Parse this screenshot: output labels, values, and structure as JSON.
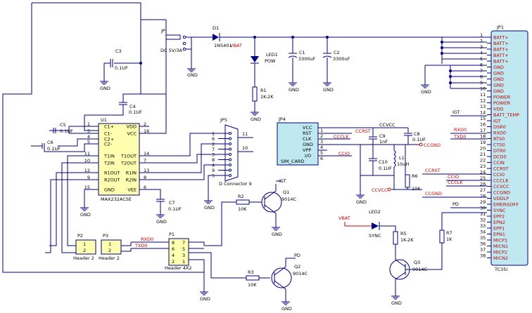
{
  "jp1": {
    "ref": "JP1",
    "part": "TC35i",
    "pins": [
      "BATT+",
      "BATT+",
      "BATT+",
      "BATT+",
      "BATT+",
      "GND",
      "GND",
      "GND",
      "GND",
      "GND",
      "POWER",
      "POWER",
      "VDD",
      "BATT_TEMP",
      "IGT",
      "DSR0",
      "RXD0",
      "RTS0",
      "CTS0",
      "DTR0",
      "DCD0",
      "CCIN",
      "CCRST",
      "CCIO",
      "CCCLK",
      "CCVCC",
      "CCGND",
      "VDDLP",
      "EMERGOFF",
      "SYNC",
      "EPP2",
      "EPN2",
      "EPP1",
      "EPN1",
      "MICP1",
      "MICN1",
      "MICP2",
      "MICN2"
    ],
    "pin_numbers": [
      "1",
      "2",
      "3",
      "4",
      "5",
      "6",
      "7",
      "8",
      "9",
      "10",
      "11",
      "12",
      "13",
      "14",
      "15",
      "16",
      "17",
      "18",
      "19",
      "20",
      "21",
      "22",
      "23",
      "24",
      "25",
      "26",
      "27",
      "28",
      "29",
      "30",
      "31",
      "32",
      "33",
      "34",
      "35",
      "36",
      "37",
      "38"
    ],
    "nets_left": {
      "igt": "IGT",
      "rxd0": "RXD0",
      "txd0": "TXD0",
      "ccrst": "CCRST",
      "ccio": "CCIO",
      "ccclk": "CCCLK",
      "ccvcc": "CCVCC",
      "ccgnd": "CCGND",
      "pd": "PD"
    }
  },
  "u1": {
    "ref": "U1",
    "part": "MAX232ACSE",
    "left_pins": [
      "C1+",
      "C1-",
      "C2+",
      "C2-",
      "T1IN",
      "T2IN",
      "R1OUT",
      "R2OUT",
      "GND"
    ],
    "left_nums": [
      "1",
      "3",
      "4",
      "5",
      "11",
      "10",
      "12",
      "9",
      "15"
    ],
    "right_pins": [
      "VDD",
      "VCC",
      "T1OUT",
      "T2OUT",
      "R1IN",
      "R2IN",
      "VEE"
    ],
    "right_nums": [
      "2",
      "16",
      "14",
      "7",
      "13",
      "8",
      "6"
    ]
  },
  "jp4": {
    "ref": "JP4",
    "part": "SIM_CARD",
    "pins": [
      "VCC",
      "RST",
      "CLK",
      "GND",
      "VPP",
      "I/O"
    ],
    "nums": [
      "1",
      "2",
      "3",
      "4",
      "5",
      "6"
    ],
    "nets": {
      "ccrst": "CCRST",
      "ccclk": "CCCLK",
      "ccio": "CCIO",
      "ccvcc": "CCVCC",
      "ccgnd": "CCGND"
    }
  },
  "jp5": {
    "ref": "JP5",
    "part": "D Connector 9",
    "nums": [
      "1",
      "6",
      "2",
      "7",
      "3",
      "8",
      "4",
      "9",
      "5"
    ],
    "mount": [
      "11",
      "10"
    ]
  },
  "jp": {
    "ref": "JP",
    "label": "DC 5V/3A"
  },
  "diode": {
    "ref": "D1",
    "part": "1N5401",
    "net": "VBAT"
  },
  "caps": {
    "c1": {
      "ref": "C1",
      "val": "3300uF"
    },
    "c2": {
      "ref": "C2",
      "val": "3300uF"
    },
    "c3": {
      "ref": "C3",
      "val": "0.1UF"
    },
    "c4": {
      "ref": "C4",
      "val": "0.1UF"
    },
    "c5": {
      "ref": "C5",
      "val": "0.1UF"
    },
    "c6": {
      "ref": "C6",
      "val": "0.1UF"
    },
    "c7": {
      "ref": "C7",
      "val": "0.1UF"
    },
    "c8": {
      "ref": "C8",
      "val": "0.1UF"
    },
    "c9": {
      "ref": "C9",
      "val": "1nF"
    },
    "c10": {
      "ref": "C10",
      "val": "0.1UF"
    }
  },
  "leds": {
    "led1": {
      "ref": "LED1",
      "val": "POW"
    },
    "led2": {
      "ref": "LED2",
      "val": "SYNC"
    }
  },
  "resistors": {
    "r1": {
      "ref": "R1",
      "val": "1K-2K"
    },
    "r2": {
      "ref": "R2",
      "val": "10K"
    },
    "r3": {
      "ref": "R3",
      "val": "10K"
    },
    "r5": {
      "ref": "R5",
      "val": "1K-2K"
    },
    "r6": {
      "ref": "R6",
      "val": "10K"
    },
    "r7": {
      "ref": "R7",
      "val": "1K"
    }
  },
  "inductor": {
    "ref": "L1",
    "val": "10uH"
  },
  "transistors": {
    "q1": {
      "ref": "Q1",
      "part": "9014C",
      "net": "IGT"
    },
    "q2": {
      "ref": "Q2",
      "part": "9014C",
      "net": "PD"
    },
    "q3": {
      "ref": "Q3",
      "part": "9014C"
    }
  },
  "headers": {
    "p1": {
      "ref": "P1",
      "part": "Header 4X2",
      "pins": [
        "1",
        "2",
        "3",
        "4",
        "5",
        "6",
        "7",
        "8"
      ],
      "nets": [
        "RXD0",
        "TXD0"
      ]
    },
    "p2": {
      "ref": "P2",
      "part": "Header 2",
      "pins": [
        "1",
        "2"
      ]
    },
    "p3": {
      "ref": "P3",
      "part": "Header 2",
      "pins": [
        "1",
        "2"
      ]
    }
  },
  "nets": {
    "gnd": "GND",
    "vbat": "VBAT",
    "ccvcc": "CCVCC",
    "ccgnd": "CCGND",
    "ccrst": "CCRST",
    "ccclk": "CCCLK",
    "ccio": "CCIO",
    "igt": "IGT",
    "pd": "PD"
  }
}
